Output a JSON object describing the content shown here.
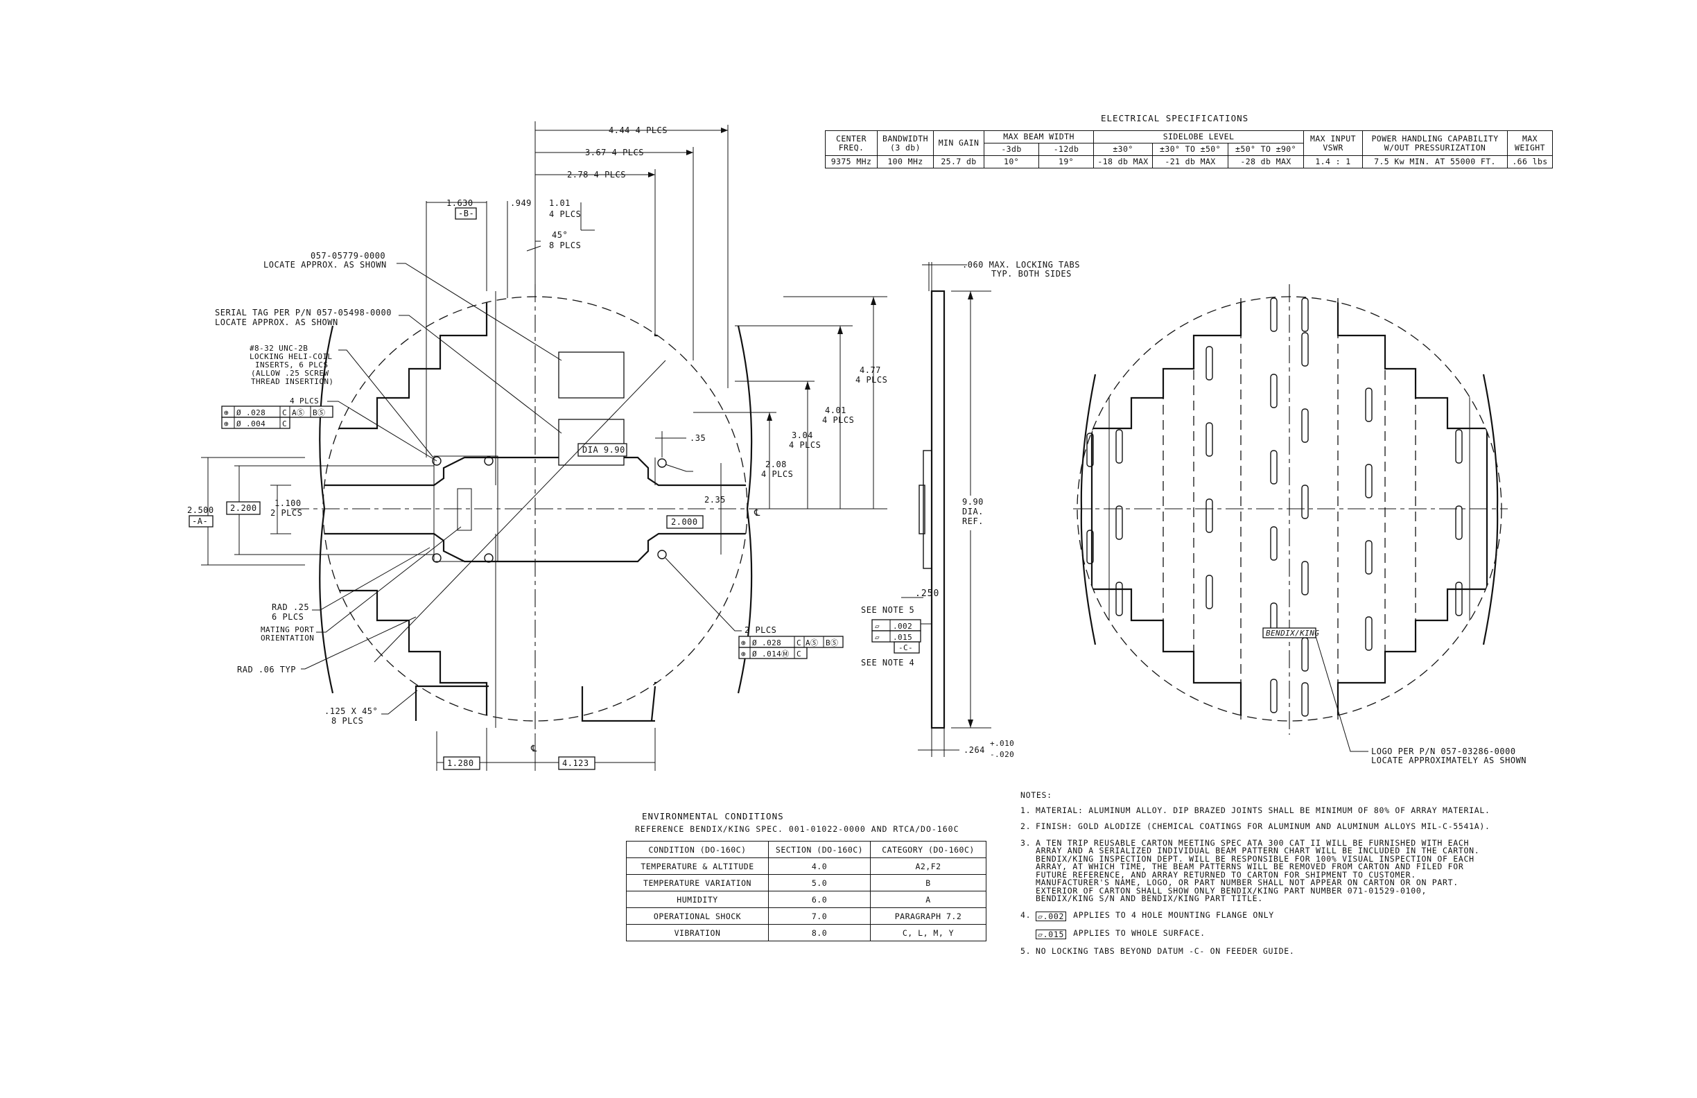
{
  "electrical_specs": {
    "title": "ELECTRICAL SPECIFICATIONS",
    "headers": {
      "center_freq": "CENTER FREQ.",
      "bandwidth": "BANDWIDTH (3 db)",
      "min_gain": "MIN GAIN",
      "max_beam_width": "MAX BEAM WIDTH",
      "bw_3db": "-3db",
      "bw_12db": "-12db",
      "sidelobe_level": "SIDELOBE LEVEL",
      "sl_30": "±30°",
      "sl_30_50": "±30° TO ±50°",
      "sl_50_90": "±50° TO ±90°",
      "max_input_vswr": "MAX INPUT VSWR",
      "power_handling": "POWER HANDLING CAPABILITY W/OUT PRESSURIZATION",
      "max_weight": "MAX WEIGHT"
    },
    "row": {
      "center_freq": "9375 MHz",
      "bandwidth": "100 MHz",
      "min_gain": "25.7 db",
      "bw_3db": "10°",
      "bw_12db": "19°",
      "sl_30": "-18 db MAX",
      "sl_30_50": "-21 db MAX",
      "sl_50_90": "-28 db MAX",
      "vswr": "1.4 : 1",
      "power": "7.5 Kw MIN. AT 55000 FT.",
      "weight": ".66 lbs"
    }
  },
  "environmental": {
    "title": "ENVIRONMENTAL CONDITIONS",
    "reference": "REFERENCE BENDIX/KING SPEC. 001-01022-0000 AND RTCA/DO-160C",
    "headers": [
      "CONDITION (DO-160C)",
      "SECTION (DO-160C)",
      "CATEGORY (DO-160C)"
    ],
    "rows": [
      {
        "condition": "TEMPERATURE & ALTITUDE",
        "section": "4.0",
        "category": "A2,F2"
      },
      {
        "condition": "TEMPERATURE VARIATION",
        "section": "5.0",
        "category": "B"
      },
      {
        "condition": "HUMIDITY",
        "section": "6.0",
        "category": "A"
      },
      {
        "condition": "OPERATIONAL SHOCK",
        "section": "7.0",
        "category": "PARAGRAPH 7.2"
      },
      {
        "condition": "VIBRATION",
        "section": "8.0",
        "category": "C, L, M, Y"
      }
    ]
  },
  "notes": {
    "heading": "NOTES:",
    "items": [
      {
        "n": "1.",
        "text": "MATERIAL: ALUMINUM ALLOY. DIP BRAZED JOINTS SHALL BE MINIMUM OF 80% OF ARRAY MATERIAL."
      },
      {
        "n": "2.",
        "text": "FINISH: GOLD ALODIZE (CHEMICAL COATINGS FOR ALUMINUM AND ALUMINUM ALLOYS MIL-C-5541A)."
      },
      {
        "n": "3.",
        "text": "A TEN TRIP REUSABLE CARTON MEETING SPEC ATA 300 CAT II WILL BE FURNISHED WITH EACH ARRAY AND A SERIALIZED INDIVIDUAL BEAM PATTERN CHART WILL BE INCLUDED IN THE CARTON. BENDIX/KING INSPECTION DEPT. WILL BE RESPONSIBLE FOR 100% VISUAL INSPECTION OF EACH ARRAY, AT WHICH TIME, THE BEAM PATTERNS WILL BE REMOVED FROM CARTON AND FILED FOR FUTURE REFERENCE, AND ARRAY RETURNED TO CARTON FOR SHIPMENT TO CUSTOMER. MANUFACTURER'S NAME, LOGO, OR PART NUMBER SHALL NOT APPEAR ON CARTON OR ON PART. EXTERIOR OF CARTON SHALL SHOW ONLY BENDIX/KING PART NUMBER 071-01529-0100, BENDIX/KING S/N AND BENDIX/KING PART TITLE."
      },
      {
        "n": "4.",
        "fc": ".002",
        "text": "APPLIES TO 4 HOLE MOUNTING FLANGE ONLY"
      },
      {
        "n": "",
        "fc": ".015",
        "text": "APPLIES TO WHOLE SURFACE."
      },
      {
        "n": "5.",
        "text": "NO LOCKING TABS BEYOND DATUM -C- ON FEEDER GUIDE."
      }
    ]
  },
  "front_view": {
    "dim_444": "4.44 4 PLCS",
    "dim_367": "3.67 4 PLCS",
    "dim_278": "2.78 4 PLCS",
    "dim_1630": "1.630",
    "datum_b": "-B-",
    "dim_949": ".949",
    "dim_101": "1.01",
    "plcs4": "4 PLCS",
    "dim_45": "45°",
    "plcs8": "8 PLCS",
    "pn_057_05779": "057-05779-0000",
    "locate_approx": "LOCATE APPROX. AS SHOWN",
    "serial_tag": "SERIAL TAG PER P/N 057-05498-0000",
    "screw_1": "#8-32 UNC-2B",
    "screw_2": "LOCKING HELI-COIL",
    "screw_3": "INSERTS, 6 PLCS",
    "screw_4": "(ALLOW .25 SCREW",
    "screw_5": "THREAD INSERTION)",
    "fc_sym": "⊕",
    "fc_028": "Ø .028",
    "fc_004": "Ø .004",
    "fc_014": "Ø .014Ⓜ",
    "fc_c": "C",
    "fc_a": "AⓈ",
    "fc_b": "BⓈ",
    "dia_990": "DIA 9.90",
    "dim_35": ".35",
    "dim_477": "4.77",
    "dim_401": "4.01",
    "dim_304": "3.04",
    "dim_208": "2.08",
    "dim_235": "2.35",
    "dim_2000": "2.000",
    "dim_2500": "2.500",
    "datum_a": "-A-",
    "dim_2200": "2.200",
    "dim_1100": "1.100",
    "plcs2": "2 PLCS",
    "rad_25": "RAD .25",
    "plcs6": "6 PLCS",
    "mating_1": "MATING PORT",
    "mating_2": "ORIENTATION",
    "rad_06": "RAD .06 TYP",
    "chamfer": ".125 X 45°",
    "dim_1280": "1.280",
    "dim_4123": "4.123",
    "cl": "℄"
  },
  "side_view": {
    "dim_060": ".060 MAX. LOCKING TABS",
    "both_sides": "TYP. BOTH SIDES",
    "dim_990": "9.90",
    "dia": "DIA.",
    "ref": "REF.",
    "dim_250": ".250",
    "see_note5": "SEE NOTE 5",
    "fc_002": ".002",
    "fc_015": ".015",
    "datum_c": "-C-",
    "see_note4": "SEE NOTE 4",
    "dim_264": ".264",
    "tol_plus": "+.010",
    "tol_minus": "-.020"
  },
  "rear_view": {
    "logo": "BENDIX/KING",
    "logo_note": "LOGO PER P/N 057-03286-0000",
    "logo_note2": "LOCATE APPROXIMATELY AS SHOWN"
  }
}
